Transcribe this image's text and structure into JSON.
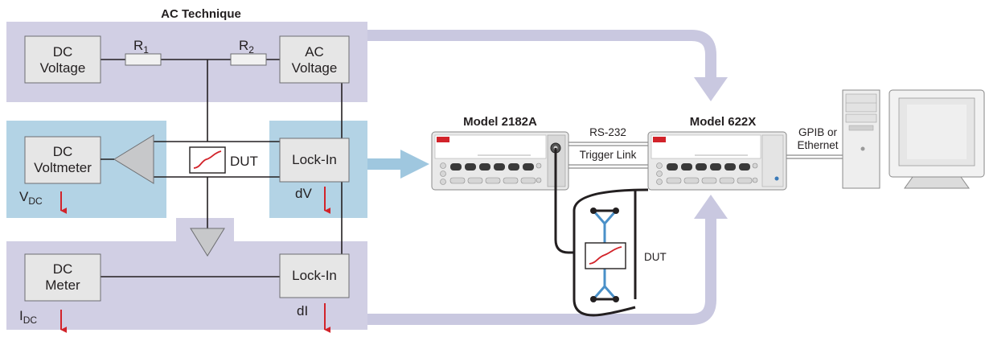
{
  "left_panel": {
    "title": "AC Technique",
    "top_row": {
      "dc_voltage": [
        "DC",
        "Voltage"
      ],
      "r1": {
        "base": "R",
        "sub": "1"
      },
      "r2": {
        "base": "R",
        "sub": "2"
      },
      "ac_voltage": [
        "AC",
        "Voltage"
      ]
    },
    "middle_row": {
      "dc_voltmeter": [
        "DC",
        "Voltmeter"
      ],
      "dut_label": "DUT",
      "lock_in": "Lock-In",
      "vdc": {
        "base": "V",
        "sub": "DC"
      },
      "dv": "dV"
    },
    "bottom_row": {
      "dc_meter": [
        "DC",
        "Meter"
      ],
      "lock_in": "Lock-In",
      "idc": {
        "base": "I",
        "sub": "DC"
      },
      "di": "dI"
    }
  },
  "right_setup": {
    "model_2182a": "Model 2182A",
    "model_622x": "Model 622X",
    "rs232": "RS-232",
    "trigger_link": "Trigger Link",
    "gpib": [
      "GPIB or",
      "Ethernet"
    ],
    "dut_label": "DUT"
  },
  "colors": {
    "panel_lavender": "#d1cfe4",
    "panel_blue": "#b3d3e5",
    "arrow_lavender": "#c9c8e0",
    "arrow_blue": "#9fc7df",
    "red_arrow": "#d2232a",
    "dut_curve": "#d2232a",
    "dut_lead_blue": "#4a90c8"
  }
}
